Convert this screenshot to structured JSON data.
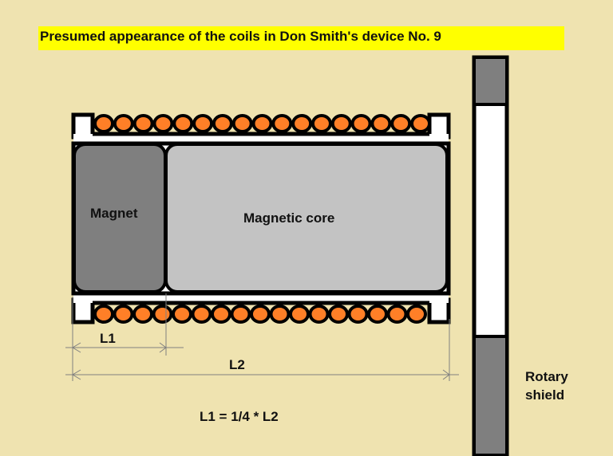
{
  "title": "Presumed appearance of the coils in Don Smith's device No. 9",
  "labels": {
    "magnet": "Magnet",
    "core": "Magnetic core",
    "l1": "L1",
    "l2": "L2",
    "formula": "L1 = 1/4 * L2",
    "shield_line1": "Rotary",
    "shield_line2": "shield"
  },
  "coils": {
    "top_turns": 17,
    "bottom_turns": 17
  },
  "colors": {
    "background": "#efe3b0",
    "title_highlight": "#ffff00",
    "wire": "#ff7f27",
    "magnet": "#7f7f7f",
    "core": "#c3c3c3",
    "shield": "#7f7f7f"
  }
}
